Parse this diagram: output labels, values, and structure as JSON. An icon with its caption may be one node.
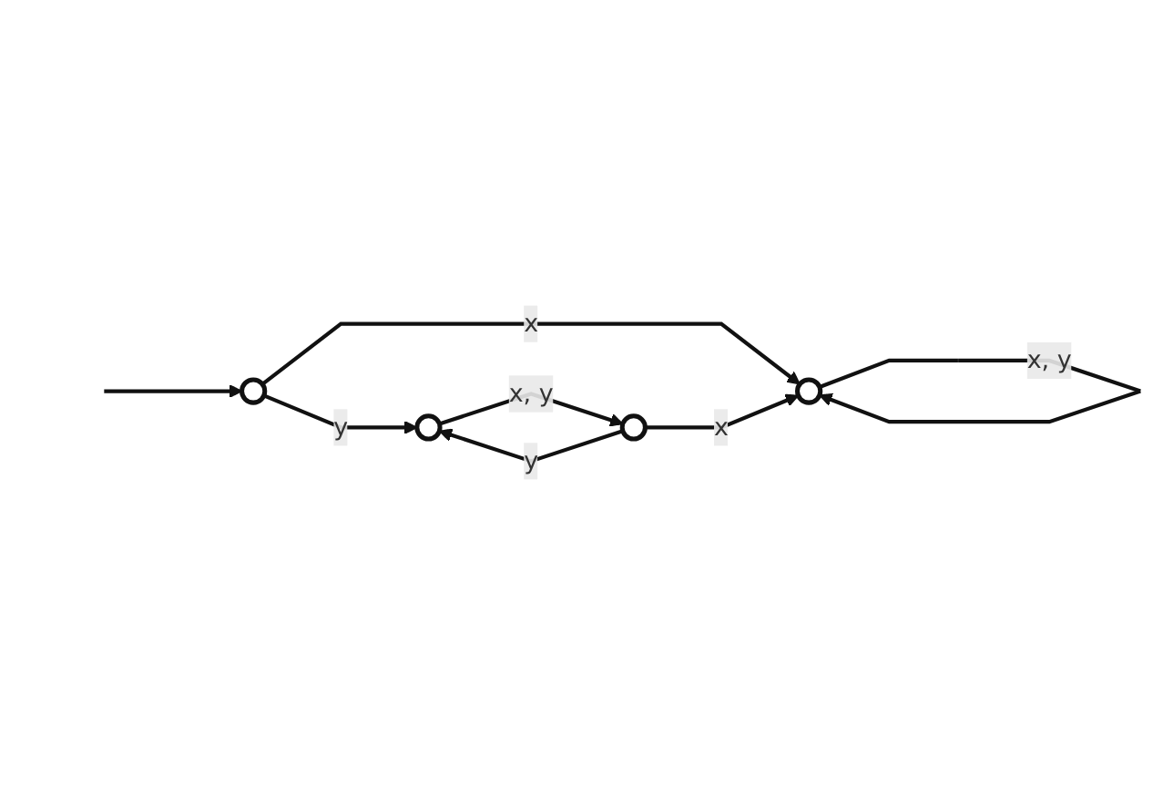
{
  "diagram": {
    "nodes": [
      {
        "text": [],
        "shape": "circle"
      },
      {
        "text": [],
        "shape": "circle"
      },
      {
        "text": [],
        "shape": "circle"
      },
      {
        "text": [],
        "shape": "circle"
      }
    ],
    "edges": [
      {
        "from": null,
        "to": 0,
        "arrow": "to"
      },
      {
        "from": 0,
        "to": 1,
        "arrow": "to",
        "label": "y"
      },
      {
        "from": 1,
        "to": 2,
        "arrow": "to",
        "label": "x, y"
      },
      {
        "from": 2,
        "to": 1,
        "arrow": "to",
        "label": "y"
      },
      {
        "from": 0,
        "to": 3,
        "arrow": "to",
        "label": "x"
      },
      {
        "from": 2,
        "to": 3,
        "arrow": "to",
        "label": "x"
      },
      {
        "from": 3,
        "to": 3,
        "arrow": "to",
        "label": "x, y"
      }
    ]
  }
}
